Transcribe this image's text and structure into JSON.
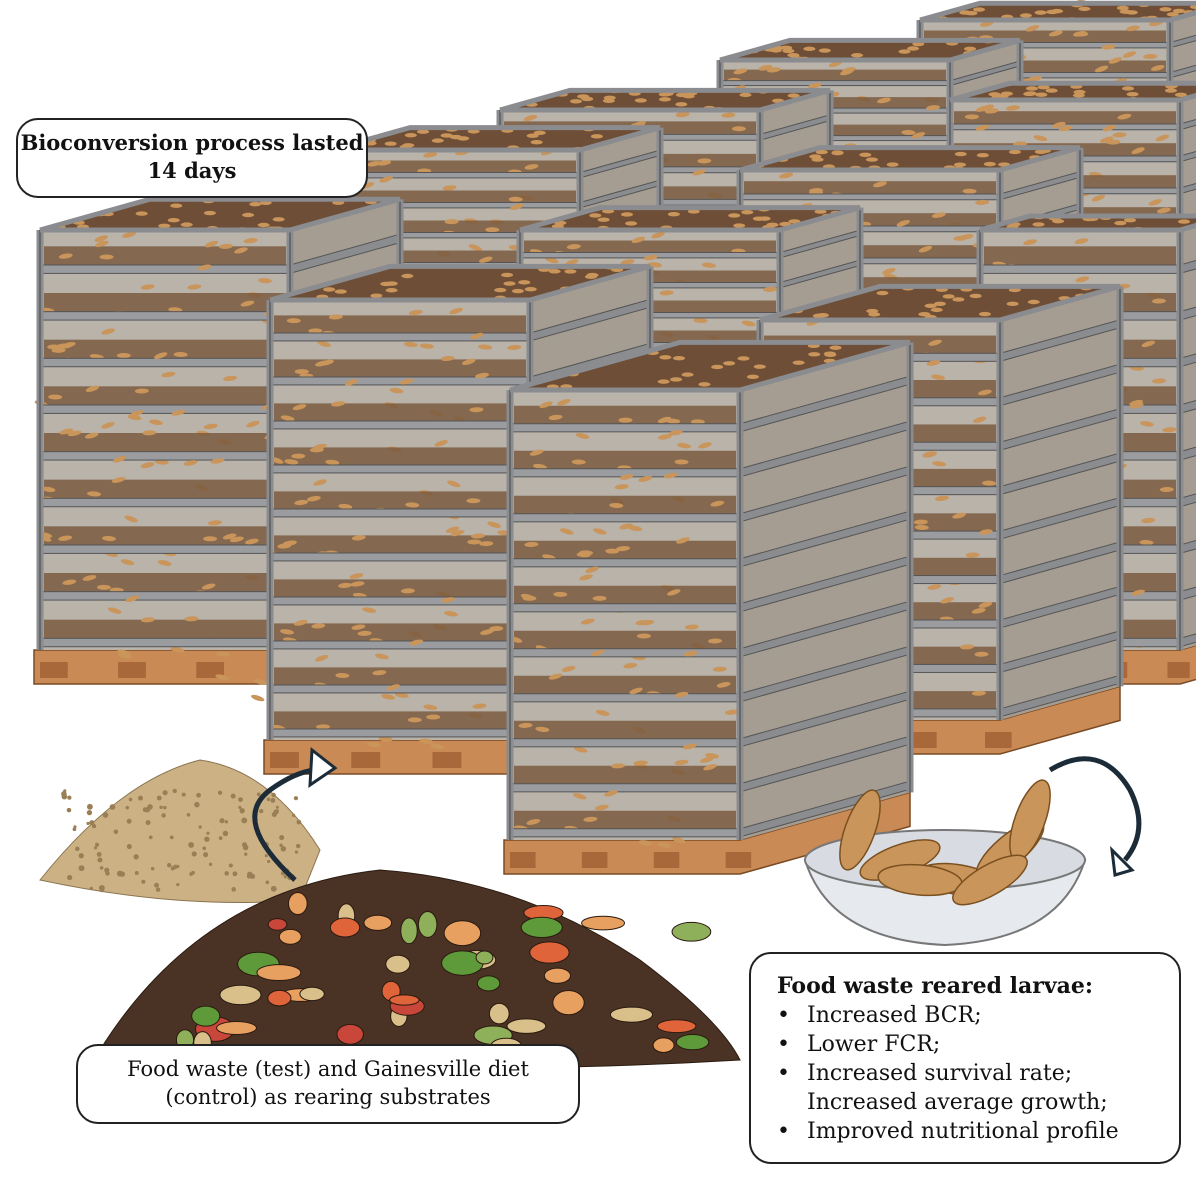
{
  "labels": {
    "duration": "Bioconversion process lasted 14 days",
    "substrates": "Food waste (test) and Gainesville diet (control) as rearing substrates",
    "results": {
      "title": "Food waste reared larvae:",
      "items": [
        {
          "text": "Increased BCR;",
          "bullet": true
        },
        {
          "text": "Lower FCR;",
          "bullet": true
        },
        {
          "text": "Increased survival rate;",
          "bullet": true
        },
        {
          "text": "Increased average growth;",
          "bullet": false
        },
        {
          "text": "Improved nutritional profile",
          "bullet": true
        }
      ]
    }
  },
  "colors": {
    "frame": "#8a8c90",
    "substrate": "#7a5a40",
    "larvae": "#c9955a",
    "pallet": "#c98a55",
    "arrow": "#1c2b38",
    "bowl": "#e6e9ee"
  }
}
